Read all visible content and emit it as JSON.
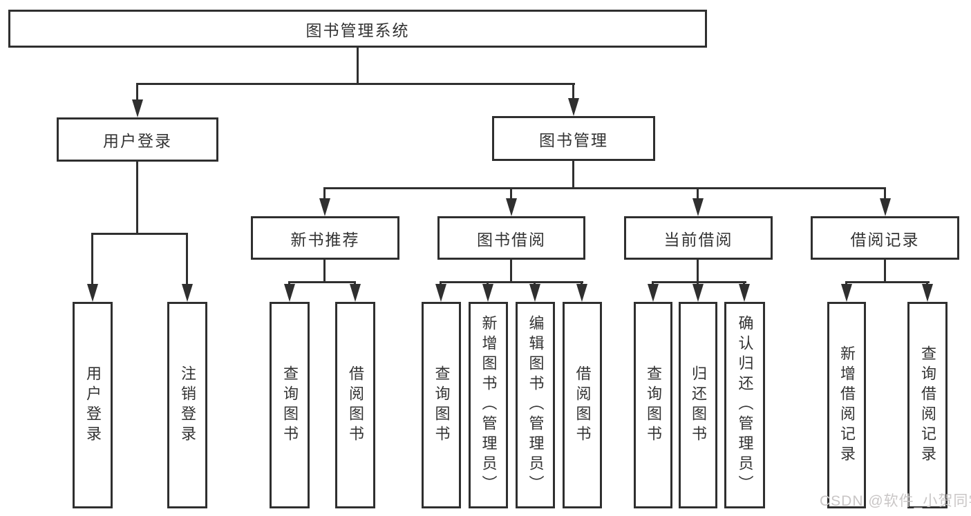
{
  "nodes": {
    "root": "图书管理系统",
    "user_login": "用户登录",
    "book_mgmt": "图书管理",
    "leaf_user_login": "用户登录",
    "leaf_logout": "注销登录",
    "new_books": "新书推荐",
    "book_borrow": "图书借阅",
    "current_borrow": "当前借阅",
    "borrow_records": "借阅记录",
    "nb_query": "查询图书",
    "nb_borrow": "借阅图书",
    "bb_query": "查询图书",
    "bb_add": "新增图书（管理员）",
    "bb_edit": "编辑图书（管理员）",
    "bb_borrow": "借阅图书",
    "cb_query": "查询图书",
    "cb_return": "归还图书",
    "cb_confirm": "确认归还（管理员）",
    "br_add": "新增借阅记录",
    "br_query": "查询借阅记录"
  },
  "hierarchy": {
    "label": "图书管理系统",
    "children": [
      {
        "label": "用户登录",
        "children": [
          {
            "label": "用户登录"
          },
          {
            "label": "注销登录"
          }
        ]
      },
      {
        "label": "图书管理",
        "children": [
          {
            "label": "新书推荐",
            "children": [
              {
                "label": "查询图书"
              },
              {
                "label": "借阅图书"
              }
            ]
          },
          {
            "label": "图书借阅",
            "children": [
              {
                "label": "查询图书"
              },
              {
                "label": "新增图书（管理员）"
              },
              {
                "label": "编辑图书（管理员）"
              },
              {
                "label": "借阅图书"
              }
            ]
          },
          {
            "label": "当前借阅",
            "children": [
              {
                "label": "查询图书"
              },
              {
                "label": "归还图书"
              },
              {
                "label": "确认归还（管理员）"
              }
            ]
          },
          {
            "label": "借阅记录",
            "children": [
              {
                "label": "新增借阅记录"
              },
              {
                "label": "查询借阅记录"
              }
            ]
          }
        ]
      }
    ]
  },
  "watermark": "CSDN @软件_小贺同学",
  "colors": {
    "line": "#2f2f2f",
    "text": "#333333",
    "background": "#ffffff",
    "watermark": "#c9c6c6"
  }
}
